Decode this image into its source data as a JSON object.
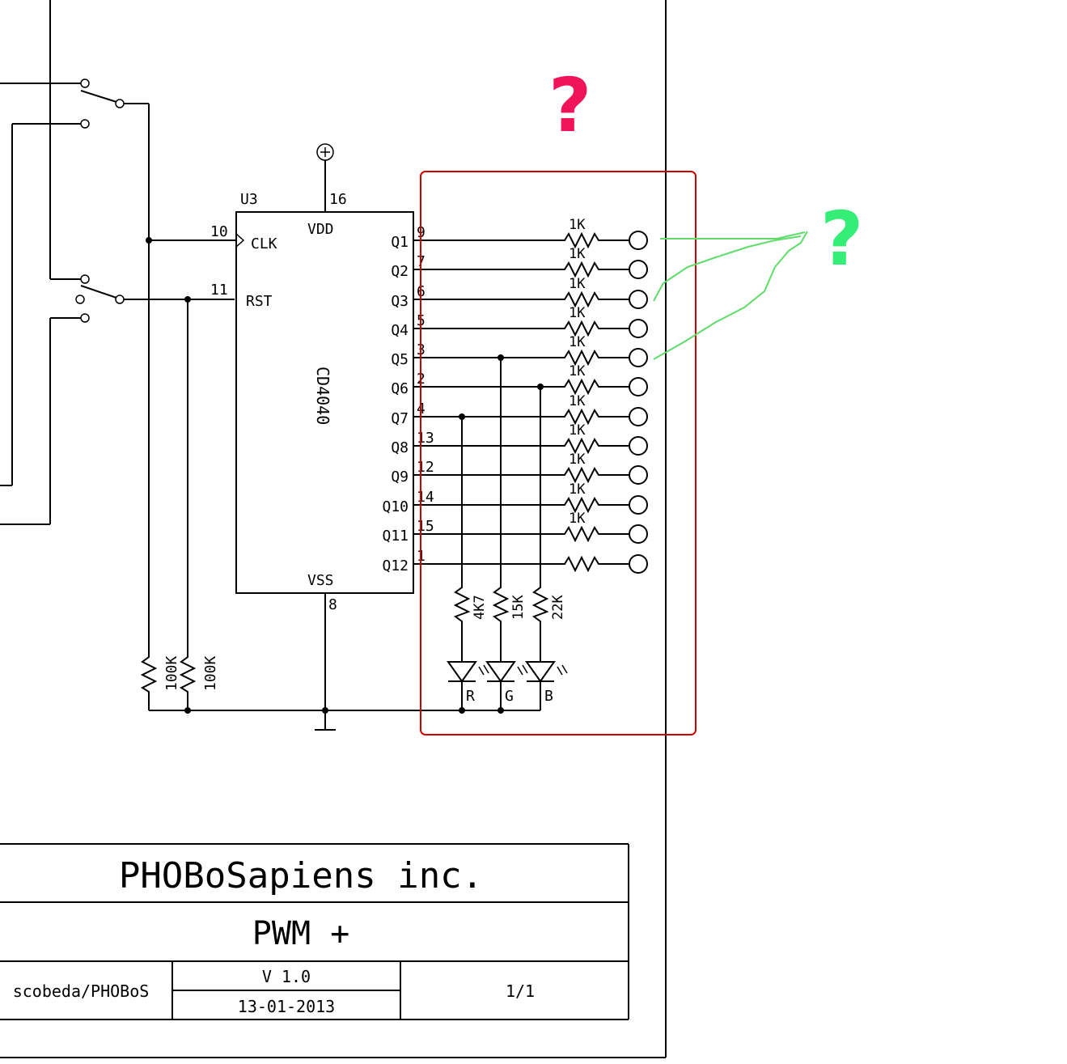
{
  "chip": {
    "ref": "U3",
    "part": "CD4040",
    "vdd_label": "VDD",
    "vss_label": "VSS",
    "vdd_pin": "16",
    "vss_pin": "8",
    "clk_label": "CLK",
    "clk_pin": "10",
    "rst_label": "RST",
    "rst_pin": "11",
    "outputs": [
      {
        "label": "Q1",
        "pin": "9"
      },
      {
        "label": "Q2",
        "pin": "7"
      },
      {
        "label": "Q3",
        "pin": "6"
      },
      {
        "label": "Q4",
        "pin": "5"
      },
      {
        "label": "Q5",
        "pin": "3"
      },
      {
        "label": "Q6",
        "pin": "2"
      },
      {
        "label": "Q7",
        "pin": "4"
      },
      {
        "label": "Q8",
        "pin": "13"
      },
      {
        "label": "Q9",
        "pin": "12"
      },
      {
        "label": "Q10",
        "pin": "14"
      },
      {
        "label": "Q11",
        "pin": "15"
      },
      {
        "label": "Q12",
        "pin": "1"
      }
    ]
  },
  "output_resistor_label": "1K",
  "led_resistors": [
    "4K7",
    "15K",
    "22K"
  ],
  "led_labels": [
    "R",
    "G",
    "B"
  ],
  "pulldown_resistors": [
    "100K",
    "100K"
  ],
  "annotations": {
    "red_mark": "?",
    "green_mark": "?",
    "red_color": "#f0155a",
    "green_color": "#35ee78",
    "box_color": "#d10000",
    "sketch_color": "#5fdc6a"
  },
  "title_block": {
    "company": "PHOBoSapiens inc.",
    "project": "PWM +",
    "author": "scobeda/PHOBoS",
    "version": "V 1.0",
    "date": "13-01-2013",
    "sheet": "1/1"
  }
}
